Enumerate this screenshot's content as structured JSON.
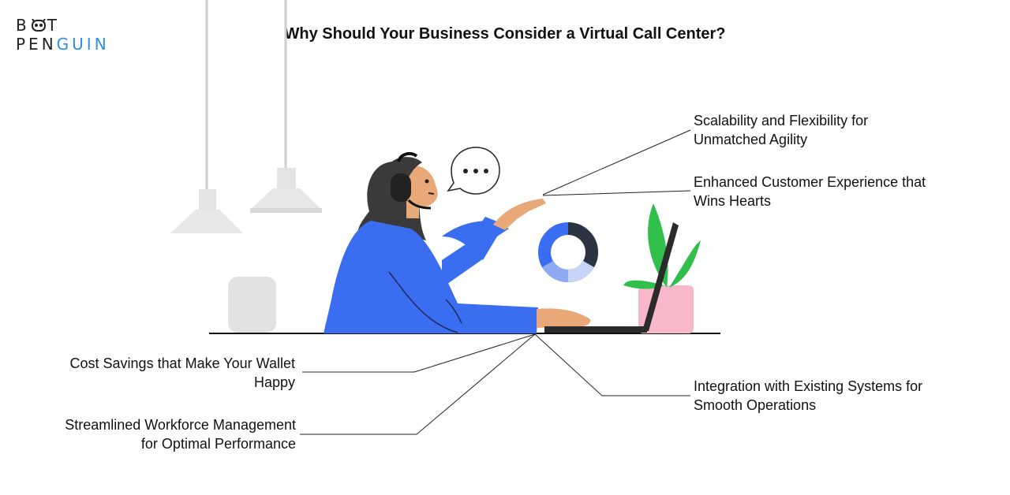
{
  "logo": {
    "line1_a": "B",
    "line1_b": "T",
    "line2_a": "PEN",
    "line2_b": "GUIN"
  },
  "title": "Why Should Your Business Consider a Virtual Call Center?",
  "benefits": [
    {
      "line1": "Scalability and Flexibility for",
      "line2": "Unmatched Agility"
    },
    {
      "line1": "Enhanced Customer Experience that",
      "line2": "Wins Hearts"
    },
    {
      "line1": "Cost Savings that Make Your Wallet",
      "line2": "Happy"
    },
    {
      "line1": "Streamlined Workforce Management",
      "line2": "for Optimal Performance"
    },
    {
      "line1": "Integration with Existing Systems for",
      "line2": "Smooth Operations"
    }
  ],
  "colors": {
    "accent_blue": "#3b6df0",
    "logo_blue": "#2f8fe0",
    "plant_green": "#2fbf4a",
    "pot_pink": "#f7b9c9"
  }
}
